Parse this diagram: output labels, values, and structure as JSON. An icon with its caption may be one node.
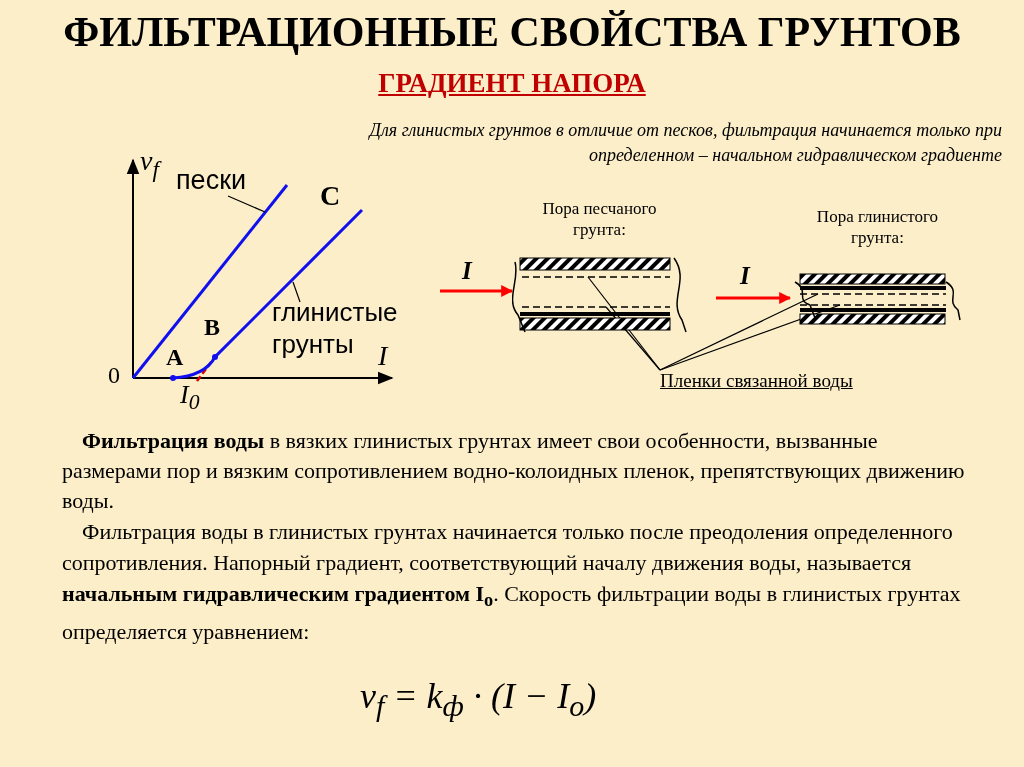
{
  "diagram": {
    "title": "ФИЛЬТРАЦИОННЫЕ СВОЙСТВА ГРУНТОВ",
    "nodes": [
      {
        "text": [
          "пески"
        ]
      },
      {
        "text": [],
        "shape": "line"
      },
      {
        "text": [
          "глинистые грунты"
        ]
      },
      {
        "text": [],
        "shape": "line"
      },
      {
        "text": [
          "Пора песчаного грунта:"
        ]
      },
      {
        "text": [],
        "shape": "line",
        "in": 4
      },
      {
        "text": [],
        "shape": "line",
        "in": 4
      },
      {
        "text": [
          "Пора глинистого грунта:"
        ]
      },
      {
        "text": [],
        "shape": "line",
        "in": 7
      },
      {
        "text": [],
        "shape": "line",
        "in": 7
      },
      {
        "text": [
          "Пленки связанной воды"
        ]
      }
    ],
    "edges": [
      {
        "from": 0,
        "to": 1,
        "arrow": "none"
      },
      {
        "from": 2,
        "to": 3,
        "arrow": "none"
      },
      {
        "from": null,
        "to": 4,
        "arrow": "to",
        "label": "I",
        "color": "#ff0000",
        "style": "thick"
      },
      {
        "from": null,
        "to": 7,
        "arrow": "to",
        "label": "I",
        "color": "#ff0000",
        "style": "thick"
      },
      {
        "from": 10,
        "to": 5,
        "arrow": "none"
      },
      {
        "from": 10,
        "to": 6,
        "arrow": "none"
      },
      {
        "from": 10,
        "to": 8,
        "arrow": "none"
      },
      {
        "from": 10,
        "to": 9,
        "arrow": "none"
      }
    ],
    "labels": [
      "ГРАДИЕНТ НАПОРА",
      "Для глинистых грунтов в отличие от песков, фильтрация начинается только при определенном – начальном гидравлическом градиенте",
      "v$_{f}$",
      "C",
      "B",
      "A",
      "0",
      "I",
      "I$_{0}$",
      "**Фильтрация воды** в вязких глинистых грунтах имеет свои особенности, вызванные размерами пор и вязким сопротивлением водно-колоидных пленок, препятствующих движению воды.",
      "Фильтрация воды в глинистых грунтах начинается только после преодоления определенного сопротивления. Напорный градиент, соответствующий началу движения воды, называется **начальным гидравлическим градиентом I$_{o}$**. Скорость фильтрации воды в глинистых грунтах определяется уравнением:",
      "v$_{f}$ = k$_{ф}$ · (I − I$_{o}$)"
    ]
  }
}
